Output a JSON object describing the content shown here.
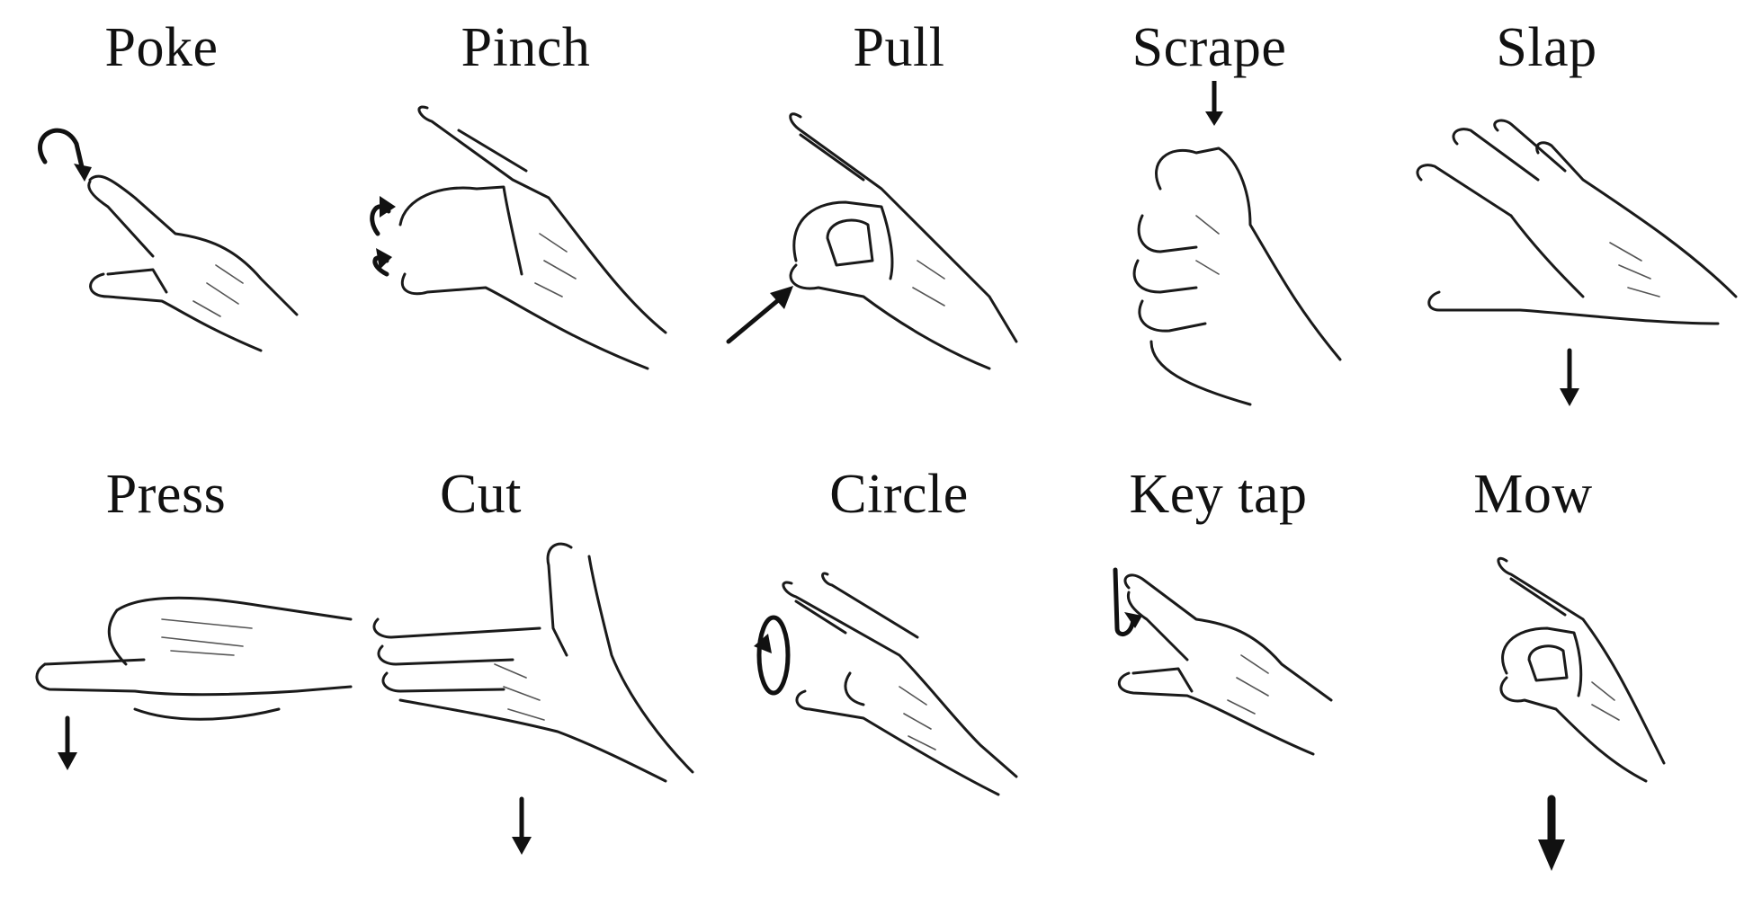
{
  "gestures": [
    {
      "id": "poke",
      "label": "Poke",
      "icon": "poke-gesture-icon"
    },
    {
      "id": "pinch",
      "label": "Pinch",
      "icon": "pinch-gesture-icon"
    },
    {
      "id": "pull",
      "label": "Pull",
      "icon": "pull-gesture-icon"
    },
    {
      "id": "scrape",
      "label": "Scrape",
      "icon": "scrape-gesture-icon"
    },
    {
      "id": "slap",
      "label": "Slap",
      "icon": "slap-gesture-icon"
    },
    {
      "id": "press",
      "label": "Press",
      "icon": "press-gesture-icon"
    },
    {
      "id": "cut",
      "label": "Cut",
      "icon": "cut-gesture-icon"
    },
    {
      "id": "circle",
      "label": "Circle",
      "icon": "circle-gesture-icon"
    },
    {
      "id": "keytap",
      "label": "Key tap",
      "icon": "key-tap-gesture-icon"
    },
    {
      "id": "mow",
      "label": "Mow",
      "icon": "mow-gesture-icon"
    }
  ],
  "colors": {
    "background": "#ffffff",
    "ink": "#111111"
  }
}
